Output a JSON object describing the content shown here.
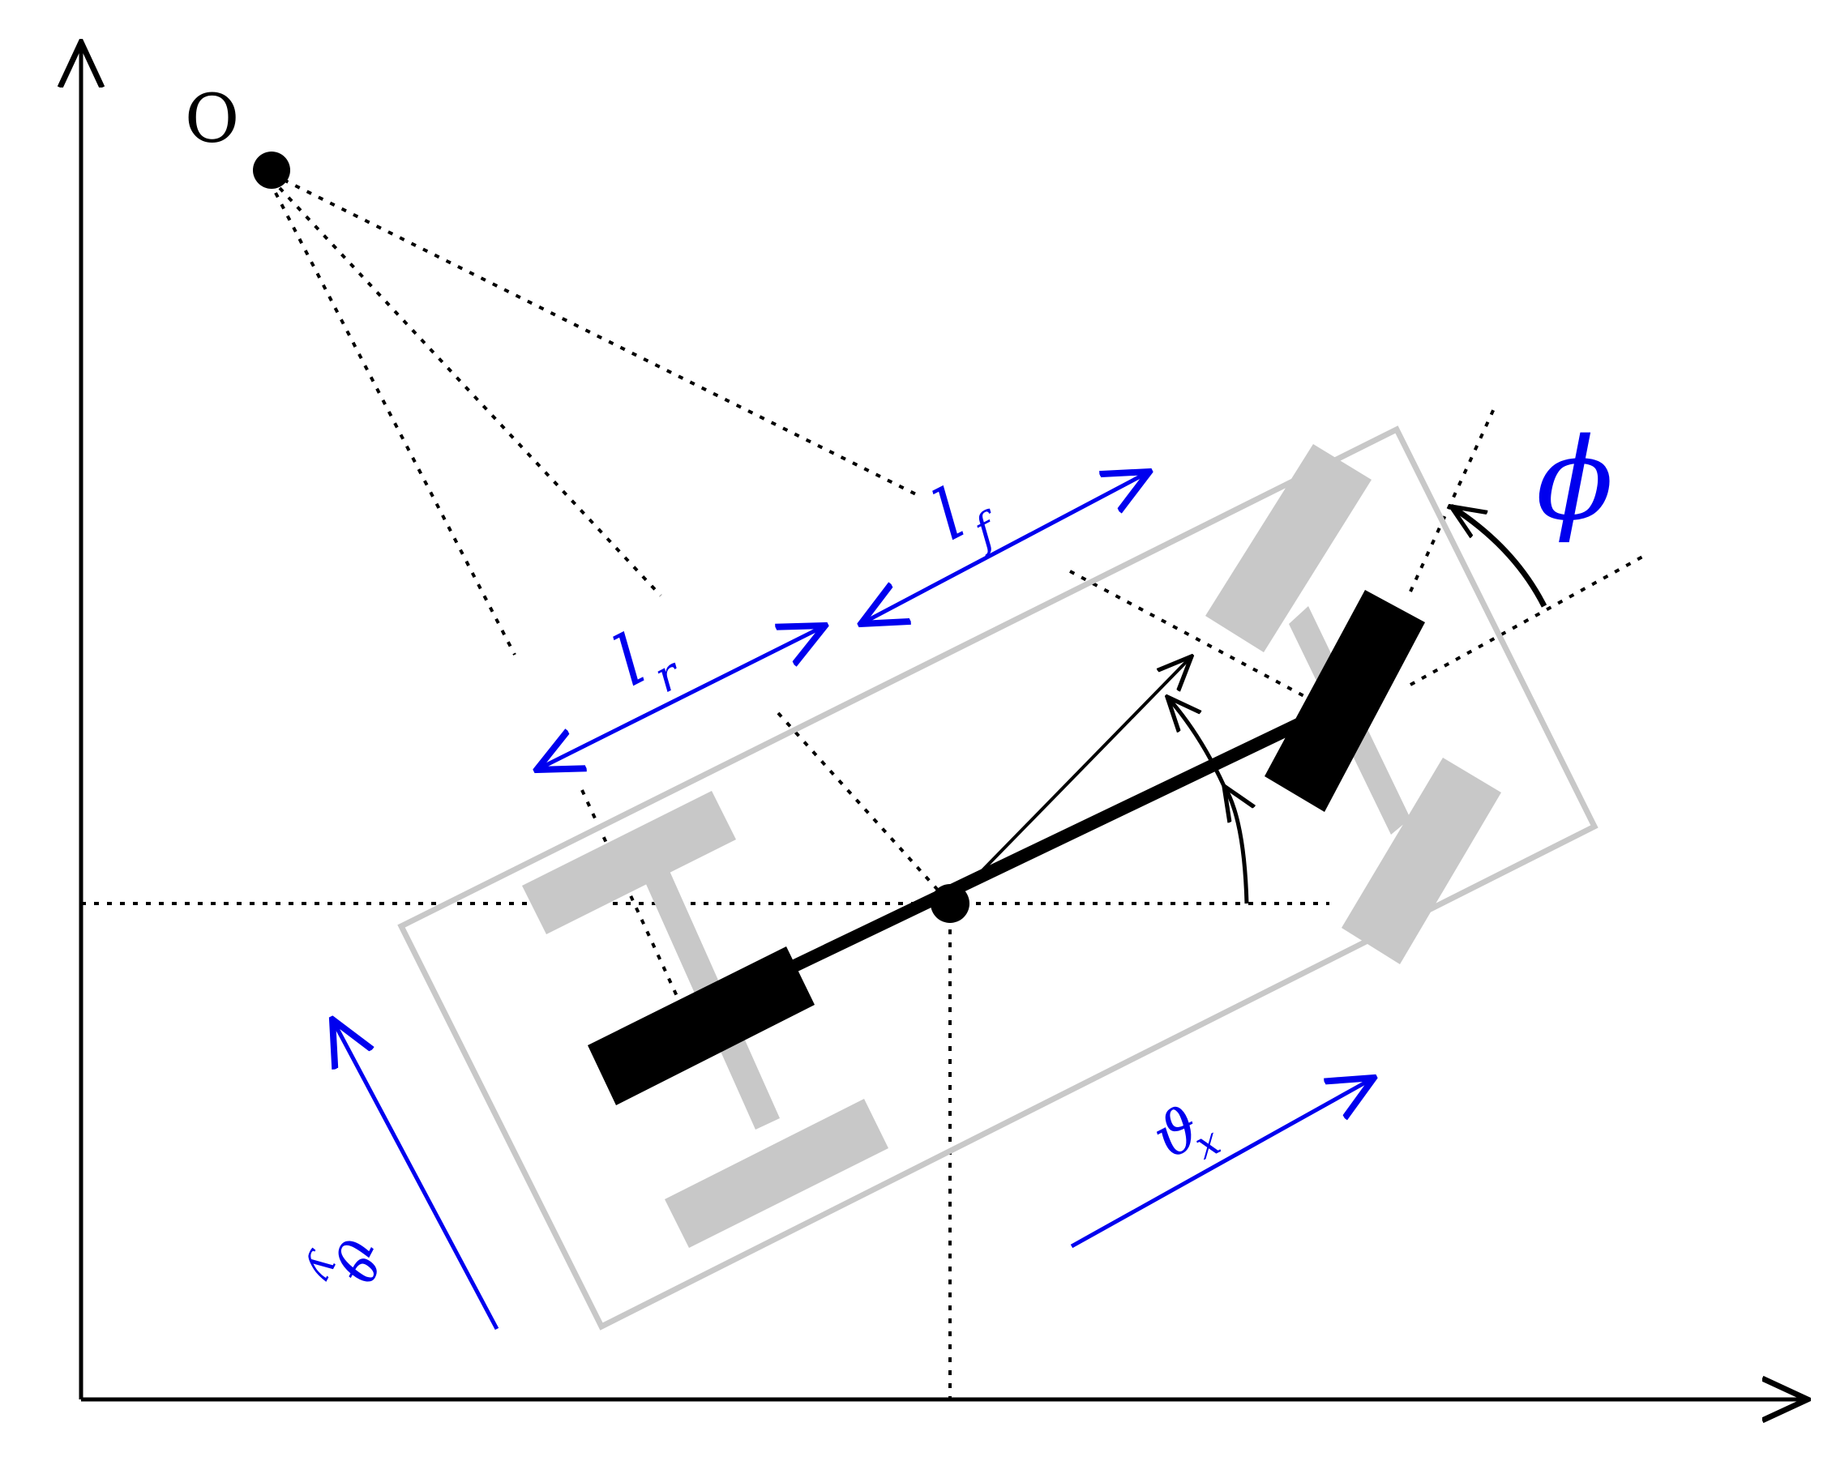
{
  "labels": {
    "origin": "O",
    "lf_main": "l",
    "lf_sub": "f",
    "lr_main": "l",
    "lr_sub": "r",
    "phi": "ϕ",
    "vx_main": "ϑ",
    "vx_sub": "x",
    "vy_main": "ϑ",
    "vy_sub": "y"
  },
  "colors": {
    "axes": "#000000",
    "vehicle_outline": "#c8c8c8",
    "wheels_gray": "#c8c8c8",
    "bicycle_model": "#000000",
    "annotation_blue": "#0000ee"
  }
}
